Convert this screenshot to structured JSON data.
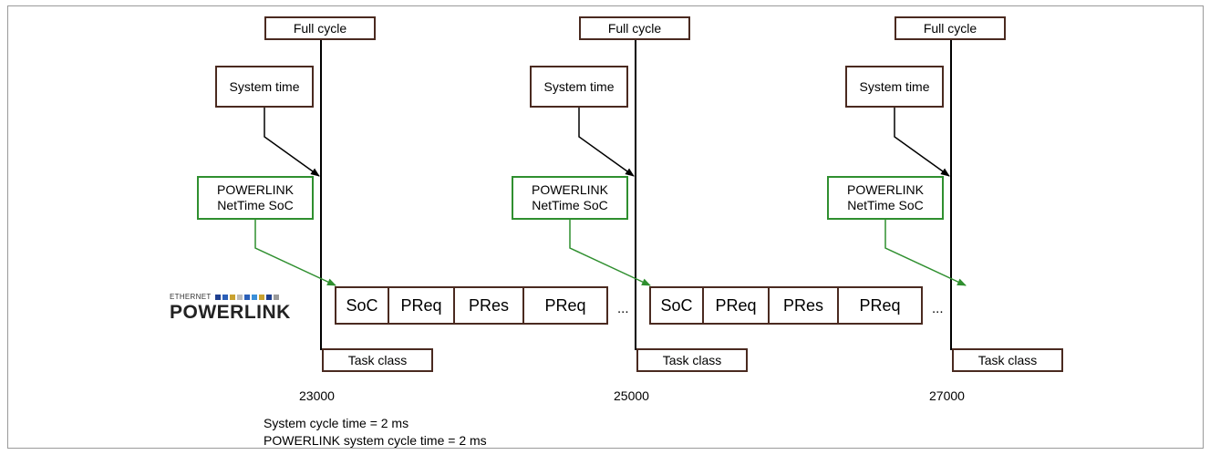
{
  "diagram": {
    "cycles": [
      {
        "full_cycle": "Full cycle",
        "system_time": "System time",
        "netsoc": "POWERLINK\nNetTime SoC",
        "task_class": "Task class",
        "time": "23000",
        "frames": [
          "SoC",
          "PReq",
          "PRes",
          "PReq"
        ],
        "ellipsis": "..."
      },
      {
        "full_cycle": "Full cycle",
        "system_time": "System time",
        "netsoc": "POWERLINK\nNetTime SoC",
        "task_class": "Task class",
        "time": "25000",
        "frames": [
          "SoC",
          "PReq",
          "PRes",
          "PReq"
        ],
        "ellipsis": "..."
      },
      {
        "full_cycle": "Full cycle",
        "system_time": "System time",
        "netsoc": "POWERLINK\nNetTime SoC",
        "task_class": "Task class",
        "time": "27000"
      }
    ],
    "logo": {
      "top": "ETHERNET",
      "main": "POWERLINK"
    },
    "notes": [
      "System cycle time = 2 ms",
      "POWERLINK system cycle time = 2 ms"
    ],
    "colors": {
      "box_border": "#4a2a20",
      "green": "#2f8f2f",
      "arrow_black": "#000000"
    }
  }
}
